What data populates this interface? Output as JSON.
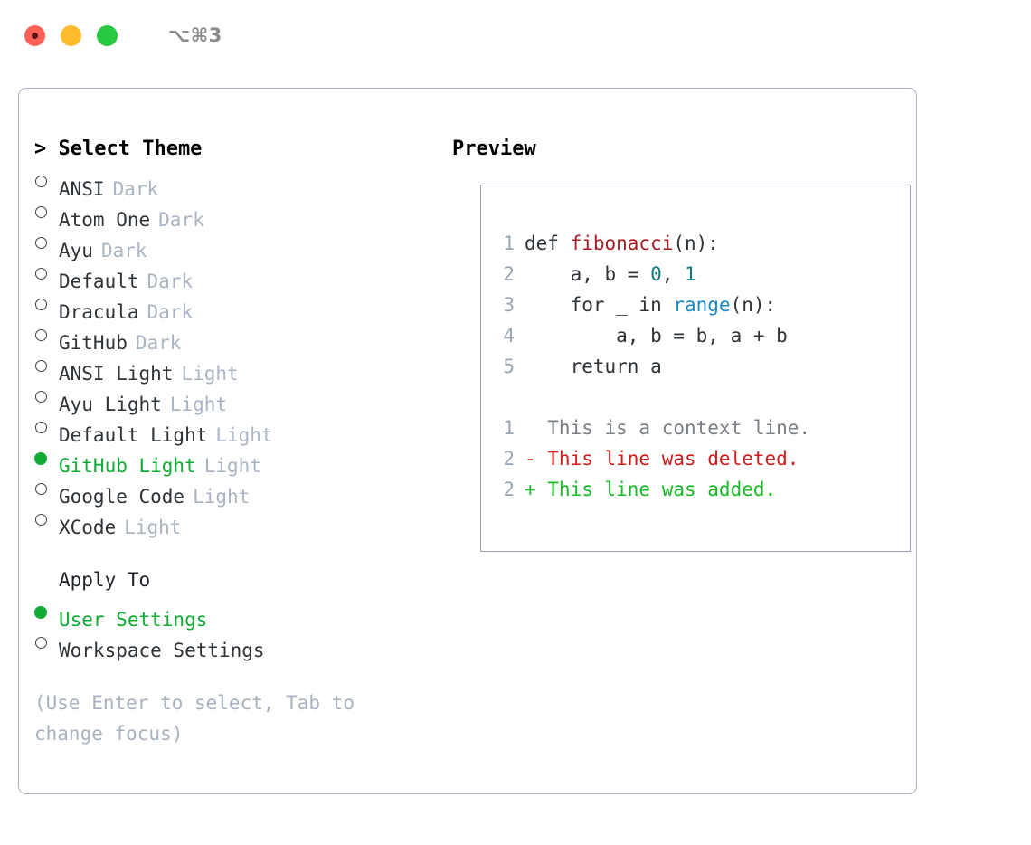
{
  "titlebar": {
    "shortcut": "⌥⌘3",
    "buttons": [
      {
        "name": "close",
        "color": "#ff6058"
      },
      {
        "name": "minimize",
        "color": "#ffbd2e"
      },
      {
        "name": "maximize",
        "color": "#28c840"
      }
    ]
  },
  "theme_panel": {
    "title": "> Select Theme",
    "items": [
      {
        "label": "ANSI",
        "tag": "Dark",
        "selected": false
      },
      {
        "label": "Atom One",
        "tag": "Dark",
        "selected": false
      },
      {
        "label": "Ayu",
        "tag": "Dark",
        "selected": false
      },
      {
        "label": "Default",
        "tag": "Dark",
        "selected": false
      },
      {
        "label": "Dracula",
        "tag": "Dark",
        "selected": false
      },
      {
        "label": "GitHub",
        "tag": "Dark",
        "selected": false
      },
      {
        "label": "ANSI Light",
        "tag": "Light",
        "selected": false
      },
      {
        "label": "Ayu Light",
        "tag": "Light",
        "selected": false
      },
      {
        "label": "Default Light",
        "tag": "Light",
        "selected": false
      },
      {
        "label": "GitHub Light",
        "tag": "Light",
        "selected": true
      },
      {
        "label": "Google Code",
        "tag": "Light",
        "selected": false
      },
      {
        "label": "XCode",
        "tag": "Light",
        "selected": false
      }
    ]
  },
  "apply_to": {
    "label": "Apply To",
    "items": [
      {
        "label": "User Settings",
        "selected": true
      },
      {
        "label": "Workspace Settings",
        "selected": false
      }
    ]
  },
  "hint": "(Use Enter to select, Tab to change focus)",
  "preview": {
    "title": "Preview",
    "code_lines": [
      {
        "no": "1",
        "segments": [
          {
            "t": "def ",
            "k": "plain"
          },
          {
            "t": "fibonacci",
            "k": "fn"
          },
          {
            "t": "(n):",
            "k": "plain"
          }
        ]
      },
      {
        "no": "2",
        "segments": [
          {
            "t": "    a, b = ",
            "k": "plain"
          },
          {
            "t": "0",
            "k": "num"
          },
          {
            "t": ", ",
            "k": "plain"
          },
          {
            "t": "1",
            "k": "num"
          }
        ]
      },
      {
        "no": "3",
        "segments": [
          {
            "t": "    for _ in ",
            "k": "plain"
          },
          {
            "t": "range",
            "k": "call"
          },
          {
            "t": "(n):",
            "k": "plain"
          }
        ]
      },
      {
        "no": "4",
        "segments": [
          {
            "t": "        a, b = b, a + b",
            "k": "plain"
          }
        ]
      },
      {
        "no": "5",
        "segments": [
          {
            "t": "    return a",
            "k": "plain"
          }
        ]
      }
    ],
    "diff_lines": [
      {
        "no": "1",
        "prefix": "  ",
        "text": "This is a context line.",
        "kind": "context"
      },
      {
        "no": "2",
        "prefix": "- ",
        "text": "This line was deleted.",
        "kind": "deleted"
      },
      {
        "no": "2",
        "prefix": "+ ",
        "text": "This line was added.",
        "kind": "added"
      }
    ]
  },
  "colors": {
    "accent_green": "#10ab35",
    "muted": "#aab4c2",
    "text": "#2e3338",
    "func_red": "#a81d23",
    "number_teal": "#0f7b82",
    "call_blue": "#1a8ac4",
    "diff_deleted": "#d01c1c",
    "diff_added": "#17bb25",
    "border": "#aab4c2"
  }
}
